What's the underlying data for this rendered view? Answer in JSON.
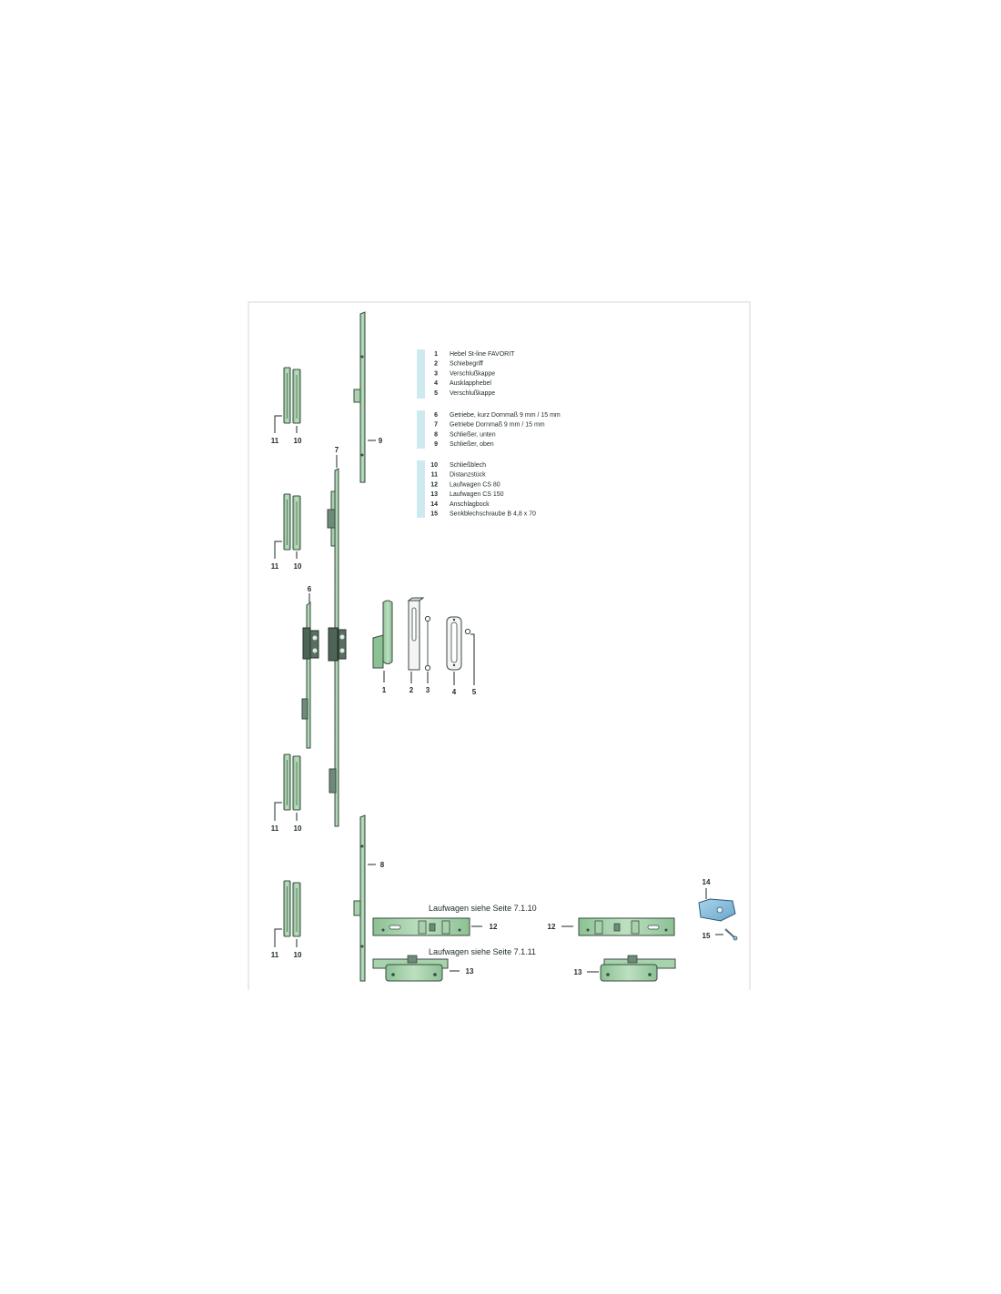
{
  "legend": {
    "groups": [
      [
        {
          "num": "1",
          "text": "Hebel St-line FAVORIT"
        },
        {
          "num": "2",
          "text": "Schiebegriff"
        },
        {
          "num": "3",
          "text": "Verschlußkappe"
        },
        {
          "num": "4",
          "text": "Ausklapphebel"
        },
        {
          "num": "5",
          "text": "Verschlußkappe"
        }
      ],
      [
        {
          "num": "6",
          "text": "Getriebe, kurz Dornmaß 9 mm / 15 mm"
        },
        {
          "num": "7",
          "text": "Getriebe Dornmaß 9 mm / 15 mm"
        },
        {
          "num": "8",
          "text": "Schließer, unten"
        },
        {
          "num": "9",
          "text": "Schließer, oben"
        }
      ],
      [
        {
          "num": "10",
          "text": "Schließblech"
        },
        {
          "num": "11",
          "text": "Distanzstück"
        },
        {
          "num": "12",
          "text": "Laufwagen CS 80"
        },
        {
          "num": "13",
          "text": "Laufwagen CS 150"
        },
        {
          "num": "14",
          "text": "Anschlagbock"
        },
        {
          "num": "15",
          "text": "Senkblechschraube B 4,8 x 70"
        }
      ]
    ]
  },
  "labels": {
    "l1": "1",
    "l2": "2",
    "l3": "3",
    "l4": "4",
    "l5": "5",
    "l6": "6",
    "l7": "7",
    "l8": "8",
    "l9": "9",
    "l10": "10",
    "l11": "11",
    "l12": "12",
    "l13": "13",
    "l14": "14",
    "l15": "15"
  },
  "notes": {
    "cs80": "Laufwagen siehe Seite 7.1.10",
    "cs150": "Laufwagen siehe Seite 7.1.11"
  },
  "colors": {
    "part_green": "#a8d2ac",
    "part_stroke": "#3a4a42",
    "legend_bar": "#cfe9f1",
    "bracket_blue": "#8fc0dc"
  }
}
